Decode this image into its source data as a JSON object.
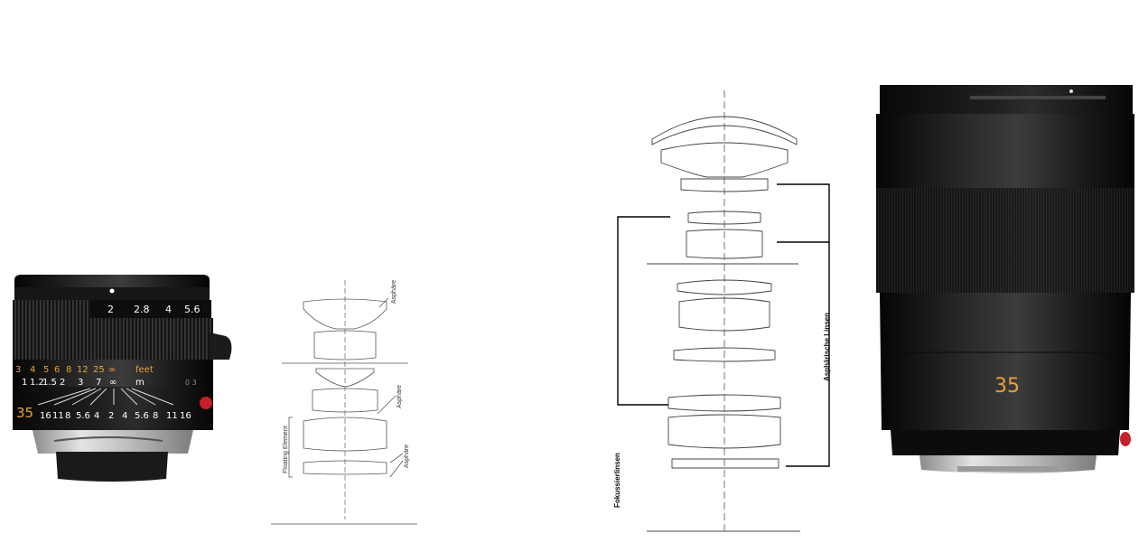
{
  "left_lens": {
    "aperture_scale": [
      "2",
      "2.8",
      "4",
      "5.6"
    ],
    "feet_scale": [
      "3",
      "4",
      "5",
      "6",
      "8",
      "12",
      "25",
      "∞"
    ],
    "feet_unit": "feet",
    "meter_scale": [
      "1",
      "1.2",
      "1.5",
      "2",
      "3",
      "7",
      "∞"
    ],
    "meter_unit": "m",
    "focal_length": "35",
    "dof_scale": [
      "16",
      "11",
      "8",
      "5.6",
      "4",
      "2",
      "4",
      "5.6",
      "8",
      "11",
      "16"
    ],
    "serial_fragment": "0 3"
  },
  "left_diagram": {
    "asphere_labels": [
      "Asphäre",
      "Asphäre",
      "Asphäre"
    ],
    "floating_label": "Floating Element"
  },
  "right_diagram": {
    "aspheric_label": "Asphärische Linsen",
    "focus_label": "Fokussierlinsen"
  },
  "right_lens": {
    "focal_length": "35"
  },
  "colors": {
    "lens_orange": "#e8a23a",
    "lens_red": "#c8202a",
    "ink": "#333333"
  }
}
